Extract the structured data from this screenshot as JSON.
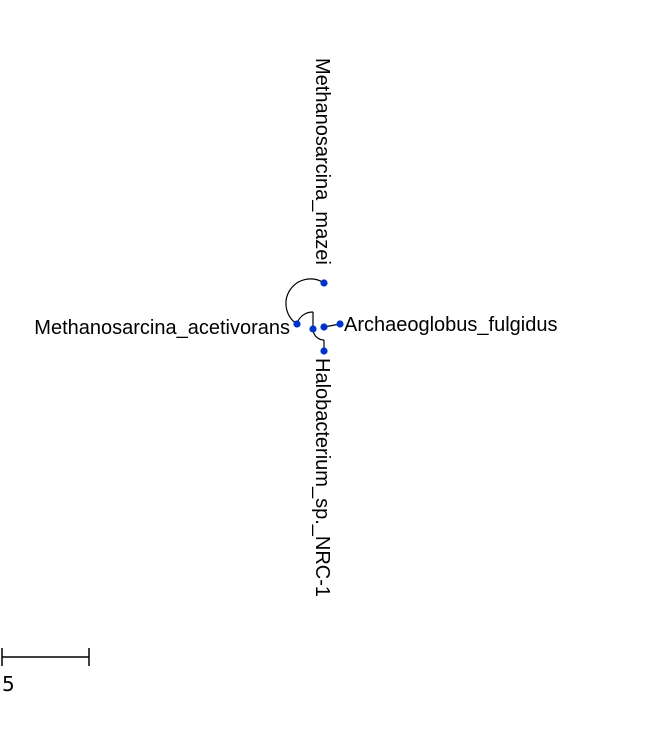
{
  "tree": {
    "layout": "circular",
    "node_color": "#0033cc",
    "leaves": [
      {
        "name": "Methanosarcina_mazei"
      },
      {
        "name": "Archaeoglobus_fulgidus"
      },
      {
        "name": "Halobacterium_sp._NRC-1"
      },
      {
        "name": "Methanosarcina_acetivorans"
      }
    ]
  },
  "scale_bar": {
    "label": "5"
  }
}
